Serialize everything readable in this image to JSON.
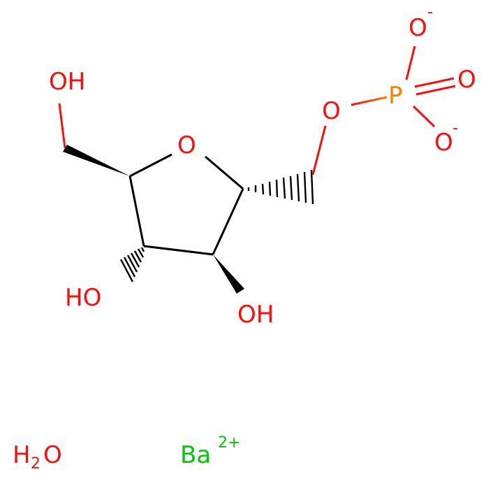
{
  "molecule": {
    "labels": {
      "ho_top": "OH",
      "ring_o": "O",
      "ho_left": "HO",
      "oh_bottom": "OH",
      "ester_o": "O",
      "p": "P",
      "o_top": "O",
      "o_top_charge": "-",
      "o_right": "O",
      "o_lower": "O",
      "o_lower_charge": "-",
      "water_h": "H",
      "water_sub": "2",
      "water_o": "O",
      "ba": "Ba",
      "ba_charge": "2+"
    },
    "colors": {
      "oxygen": "#ff0d0d",
      "phosphorus": "#ff8000",
      "barium": "#00c900",
      "bond": "#000000"
    }
  }
}
